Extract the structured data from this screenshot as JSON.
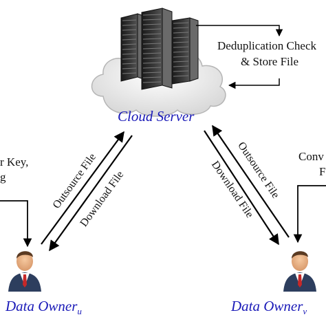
{
  "server": {
    "label": "Cloud Server",
    "self_loop_text_1": "Deduplication Check",
    "self_loop_text_2": "& Store File"
  },
  "left_owner": {
    "name": "Data Owner",
    "subscript": "u",
    "side_text_1": "r Key,",
    "side_text_2": "g"
  },
  "right_owner": {
    "name": "Data Owner",
    "subscript": "v",
    "side_text_1": "Conv",
    "side_text_2": "F"
  },
  "edges": {
    "left_up": "Outsource File",
    "left_down": "Download File",
    "right_up": "Outsource File",
    "right_down": "Download File"
  },
  "colors": {
    "label_blue": "#1a1ab8",
    "arrow": "#000000",
    "cloud_fill": "#f2f2f2",
    "server_dark": "#2b2b2b"
  },
  "icons": [
    "server-rack-icon",
    "cloud-icon",
    "user-avatar-icon"
  ]
}
